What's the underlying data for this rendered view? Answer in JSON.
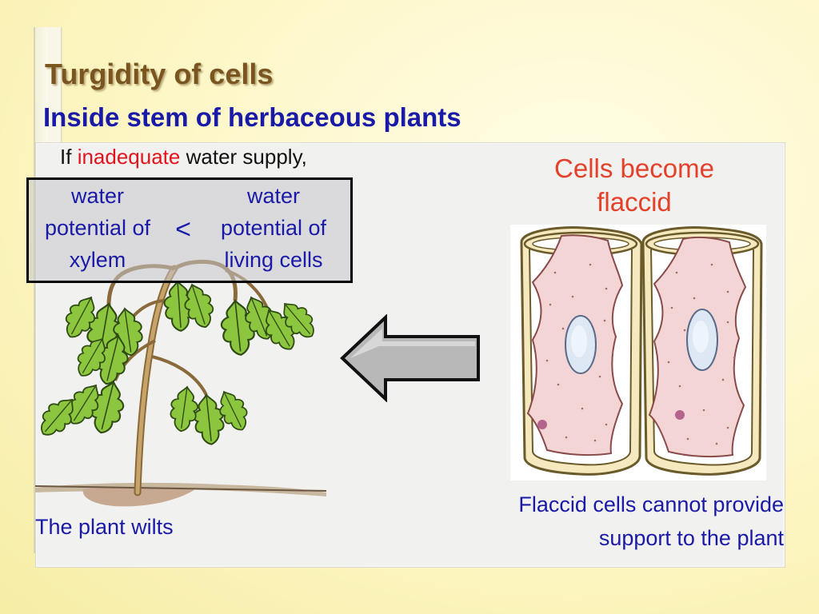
{
  "slide": {
    "title": "Turgidity of cells",
    "subtitle": "Inside stem of herbaceous plants"
  },
  "condition": {
    "prefix": "If",
    "highlight": "inadequate",
    "suffix": "water supply,",
    "highlight_color": "#e4141e"
  },
  "comparison": {
    "left": [
      "water",
      "potential of",
      "xylem"
    ],
    "symbol": "<",
    "right": [
      "water",
      "potential of",
      "living cells"
    ]
  },
  "cells_heading": [
    "Cells become",
    "flaccid"
  ],
  "captions": {
    "cells": [
      "Flaccid cells cannot provide",
      "support to the plant"
    ],
    "plant": "The plant wilts"
  },
  "colors": {
    "title": "#7a5520",
    "body_text": "#1a1aa8",
    "flaccid_text": "#e4402a",
    "arrow_fill": "#b8b8b8"
  },
  "icons": {
    "plant": "wilted-plant-illustration",
    "arrow": "left-arrow-icon",
    "cells": "flaccid-plant-cells-illustration"
  }
}
